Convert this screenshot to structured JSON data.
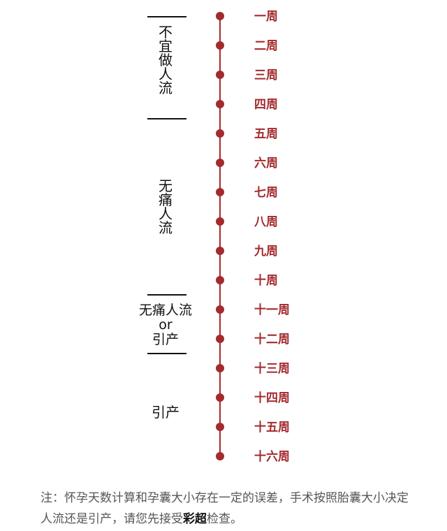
{
  "colors": {
    "accent": "#a32a2d",
    "group_text": "#111111",
    "note_text": "#555555",
    "note_highlight": "#111111"
  },
  "weeks": [
    "一周",
    "二周",
    "三周",
    "四周",
    "五周",
    "六周",
    "七周",
    "八周",
    "九周",
    "十周",
    "十一周",
    "十二周",
    "十三周",
    "十四周",
    "十五周",
    "十六周"
  ],
  "groups": [
    {
      "label": "不宜做人流",
      "orientation": "vertical",
      "from_week": 1,
      "to_week": 4
    },
    {
      "label": "无痛人流",
      "orientation": "vertical",
      "from_week": 5,
      "to_week": 10
    },
    {
      "label_lines": [
        "无痛人流",
        "or",
        "引产"
      ],
      "orientation": "horizontal",
      "from_week": 11,
      "to_week": 12
    },
    {
      "label": "引产",
      "orientation": "horizontal",
      "from_week": 13,
      "to_week": 16
    }
  ],
  "note": {
    "prefix": "注：怀孕天数计算和孕囊大小存在一定的误差，手术按照胎囊大小决定人流还是引产，请您先接受",
    "highlight": "彩超",
    "suffix": "检查。"
  }
}
